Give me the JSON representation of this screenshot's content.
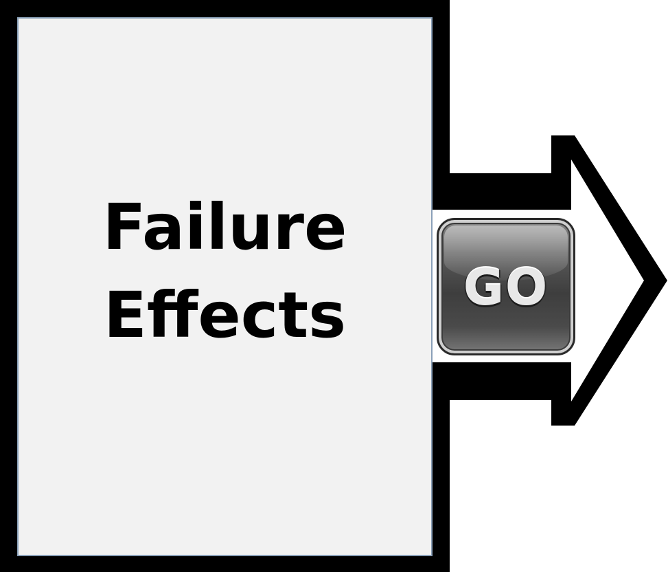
{
  "panel": {
    "title_line1": "Failure",
    "title_line2": "Effects"
  },
  "go_button": {
    "label": "GO",
    "icon": "go-button-icon"
  },
  "arrow": {
    "direction": "right",
    "icon": "right-arrow-icon"
  },
  "colors": {
    "outline": "#000000",
    "panel_fill": "#f2f2f2",
    "background": "#ffffff",
    "button_dark": "#3e3e3e",
    "button_light": "#e8e8e8"
  }
}
